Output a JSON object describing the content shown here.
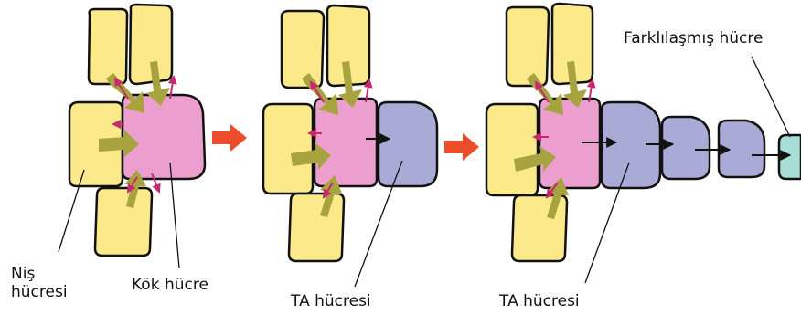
{
  "labels": {
    "nis_line1": "Niş",
    "nis_line2": "hücresi",
    "kok_hucre": "Kök hücre",
    "ta_hucresi_1": "TA hücresi",
    "ta_hucresi_2": "TA hücresi",
    "farklilasmis_hucre": "Farklılaşmış hücre"
  },
  "colors": {
    "niche": "#fbe98a",
    "stem": "#ec9fcf",
    "ta": "#a9abd6",
    "differentiated": "#a9ded8",
    "signal_arrow": "#a7a33e",
    "feedback_arrow": "#c8286e",
    "stage_arrow": "#ee4d2c",
    "outline": "#111111"
  }
}
